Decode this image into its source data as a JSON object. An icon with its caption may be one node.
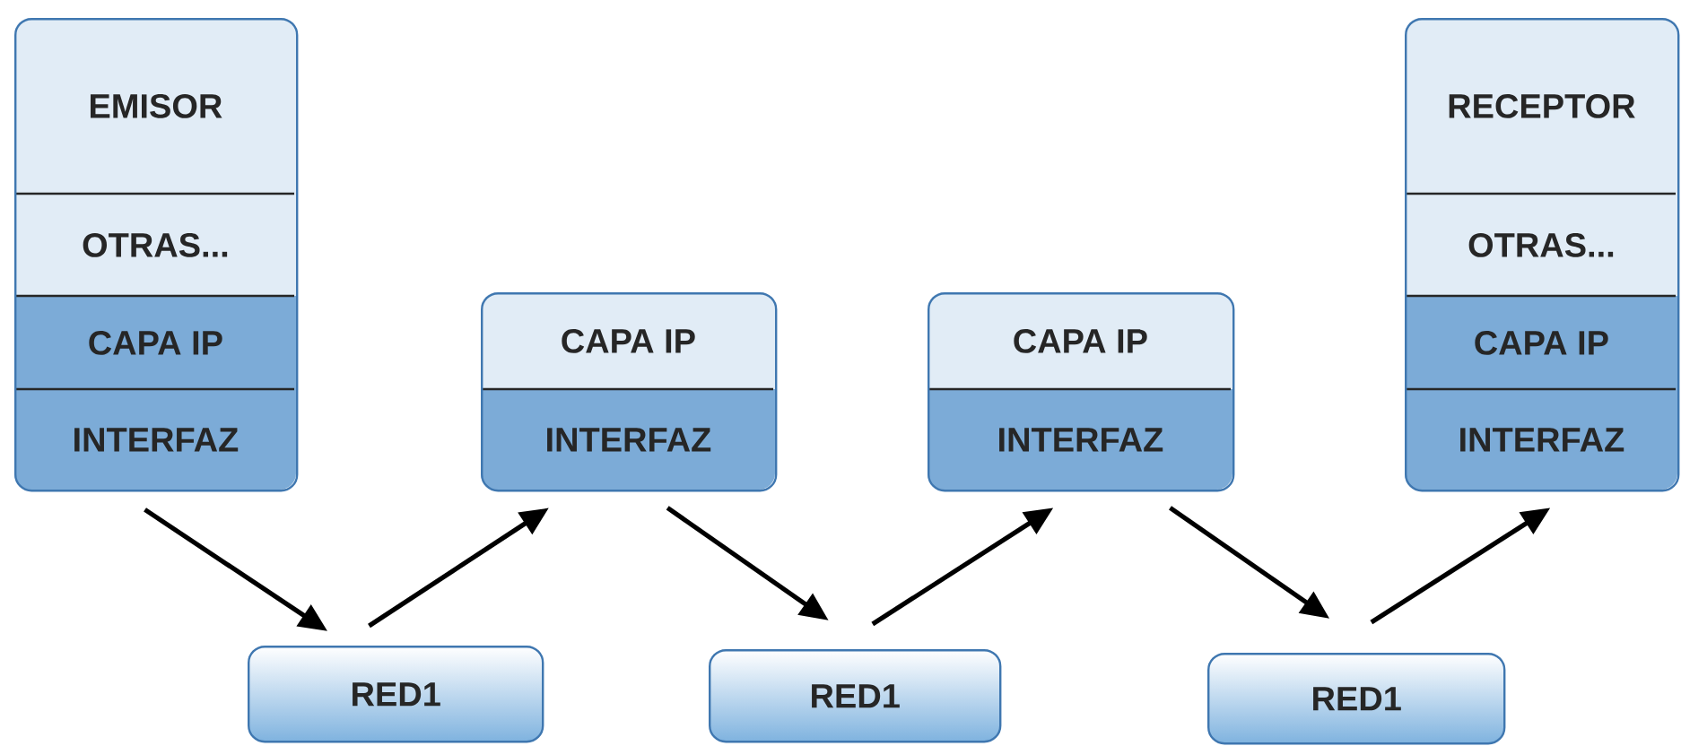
{
  "diagram": {
    "nodes": [
      {
        "text": [],
        "shape": "box"
      },
      {
        "text": [
          "EMISOR"
        ],
        "in": 0
      },
      {
        "text": [
          "OTRAS..."
        ],
        "in": 0
      },
      {
        "text": [
          "CAPA IP"
        ],
        "in": 0
      },
      {
        "text": [
          "INTERFAZ"
        ],
        "in": 0
      },
      {
        "text": [
          "RED1"
        ]
      },
      {
        "text": [],
        "shape": "box"
      },
      {
        "text": [
          "CAPA IP"
        ],
        "in": 6
      },
      {
        "text": [
          "INTERFAZ"
        ],
        "in": 6
      },
      {
        "text": [
          "RED1"
        ]
      },
      {
        "text": [],
        "shape": "box"
      },
      {
        "text": [
          "CAPA IP"
        ],
        "in": 10
      },
      {
        "text": [
          "INTERFAZ"
        ],
        "in": 10
      },
      {
        "text": [
          "RED1"
        ]
      },
      {
        "text": [],
        "shape": "box"
      },
      {
        "text": [
          "RECEPTOR"
        ],
        "in": 14
      },
      {
        "text": [
          "OTRAS..."
        ],
        "in": 14
      },
      {
        "text": [
          "CAPA IP"
        ],
        "in": 14
      },
      {
        "text": [
          "INTERFAZ"
        ],
        "in": 14
      }
    ],
    "edges": [
      {
        "from": 0,
        "to": 5,
        "arrow": "to"
      },
      {
        "from": 5,
        "to": 6,
        "arrow": "to"
      },
      {
        "from": 6,
        "to": 9,
        "arrow": "to"
      },
      {
        "from": 9,
        "to": 10,
        "arrow": "to"
      },
      {
        "from": 10,
        "to": 13,
        "arrow": "to"
      },
      {
        "from": 13,
        "to": 14,
        "arrow": "to"
      }
    ]
  }
}
